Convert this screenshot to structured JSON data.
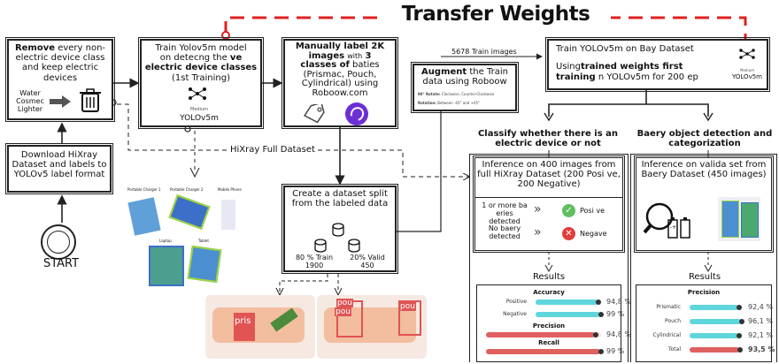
{
  "colors": {
    "arrow": "#222222",
    "transfer": "#e02020",
    "cyan": "#5fd6dc",
    "red": "#e06060",
    "green": "#5fbf5f",
    "purple": "#6b2fd6"
  },
  "transfer_title": "Transfer Weights",
  "start": {
    "label": "START"
  },
  "download": {
    "text": "Download HiXray Dataset and labels to YOLOv5 label format"
  },
  "remove": {
    "bold": "Remove",
    "text": "every non-electric device class and keep electric devices",
    "items": [
      "Water",
      "Cosmec",
      "Lighter"
    ],
    "icon": "trash-icon"
  },
  "train1": {
    "line1": "Train Yolov5m model",
    "line2": "on detecng the",
    "line2_bold": "ve",
    "line3_bold": "electric device classes",
    "line4": "(1st Training)",
    "model": "Medium",
    "model_name": "YOLOv5m"
  },
  "label_box": {
    "bold1": "Manually label 2K",
    "bold2": "images",
    "text2": "with",
    "bold3": "3",
    "bold4": "classes of",
    "text4": "bat",
    "text4b": "ies",
    "line5": "(Prismac, Pouch,",
    "line6": "Cylindrical) using",
    "line7": "Roboow.com"
  },
  "hixray_full": "HiXray Full Dataset",
  "sample_labels": [
    "Portable Charger 1",
    "Portable Charger 2",
    "Mobile Phone",
    "Laptop",
    "Tablet"
  ],
  "split": {
    "title": "Create a dataset split from the labeled data",
    "train": "80 % Train",
    "train_n": "1900",
    "valid": "20% Valid",
    "valid_n": "450"
  },
  "augment": {
    "bold": "Augment",
    "text": "the Train data using Roboow",
    "rotate_label": "90° Rotate:",
    "rotate": "Clockwise, Counter-Clockwise",
    "rotation_label": "Rotation:",
    "rotation": "Between -45° and +45°"
  },
  "train_images": "5678 Train images",
  "train2": {
    "line1": "Train YOLOv5m on",
    "line1b": "Bay Dataset",
    "line2": "Using",
    "line2_bold": "trained weights first",
    "line3_bold": "training",
    "line3": "n YOLOv5m for 200 ep",
    "model": "Medium",
    "model_name": "YOLOv5m"
  },
  "classify": {
    "title": "Classify whether there is an electric device or not",
    "inference": "Inference on 400 images from full HiXray Dataset (200 Posi ve, 200 Negative)",
    "rule1": "1 or more ba eries detected",
    "rule1_result": "Posi ve",
    "rule2": "No baery detected",
    "rule2_result": "Negave"
  },
  "battery": {
    "title": "Baery object detection and categorization",
    "inference": "Inference on valida set from Baery Dataset (450 images)"
  },
  "results_title": "Results",
  "results_left": {
    "accuracy_title": "Accuracy",
    "accuracy": [
      {
        "name": "Positive",
        "value": 94.8,
        "text": "94,8 %"
      },
      {
        "name": "Negative",
        "value": 99,
        "text": "99 %"
      }
    ],
    "precision_title": "Precision",
    "precision": [
      {
        "name": "",
        "value": 94.8,
        "text": "94,8 %"
      }
    ],
    "recall_title": "Recall",
    "recall": [
      {
        "name": "",
        "value": 99,
        "text": "99 %"
      }
    ]
  },
  "results_right": {
    "precision_title": "Precision",
    "rows": [
      {
        "name": "Prismatic",
        "value": 92.4,
        "text": "92,4 %"
      },
      {
        "name": "Pouch",
        "value": 96.1,
        "text": "96,1 %"
      },
      {
        "name": "Cylindrical",
        "value": 92.1,
        "text": "92,1 %"
      },
      {
        "name": "Total",
        "value": 93.5,
        "text": "93,5 %"
      }
    ]
  },
  "detection_labels": [
    "pris",
    "pou",
    "pou",
    "pou"
  ]
}
